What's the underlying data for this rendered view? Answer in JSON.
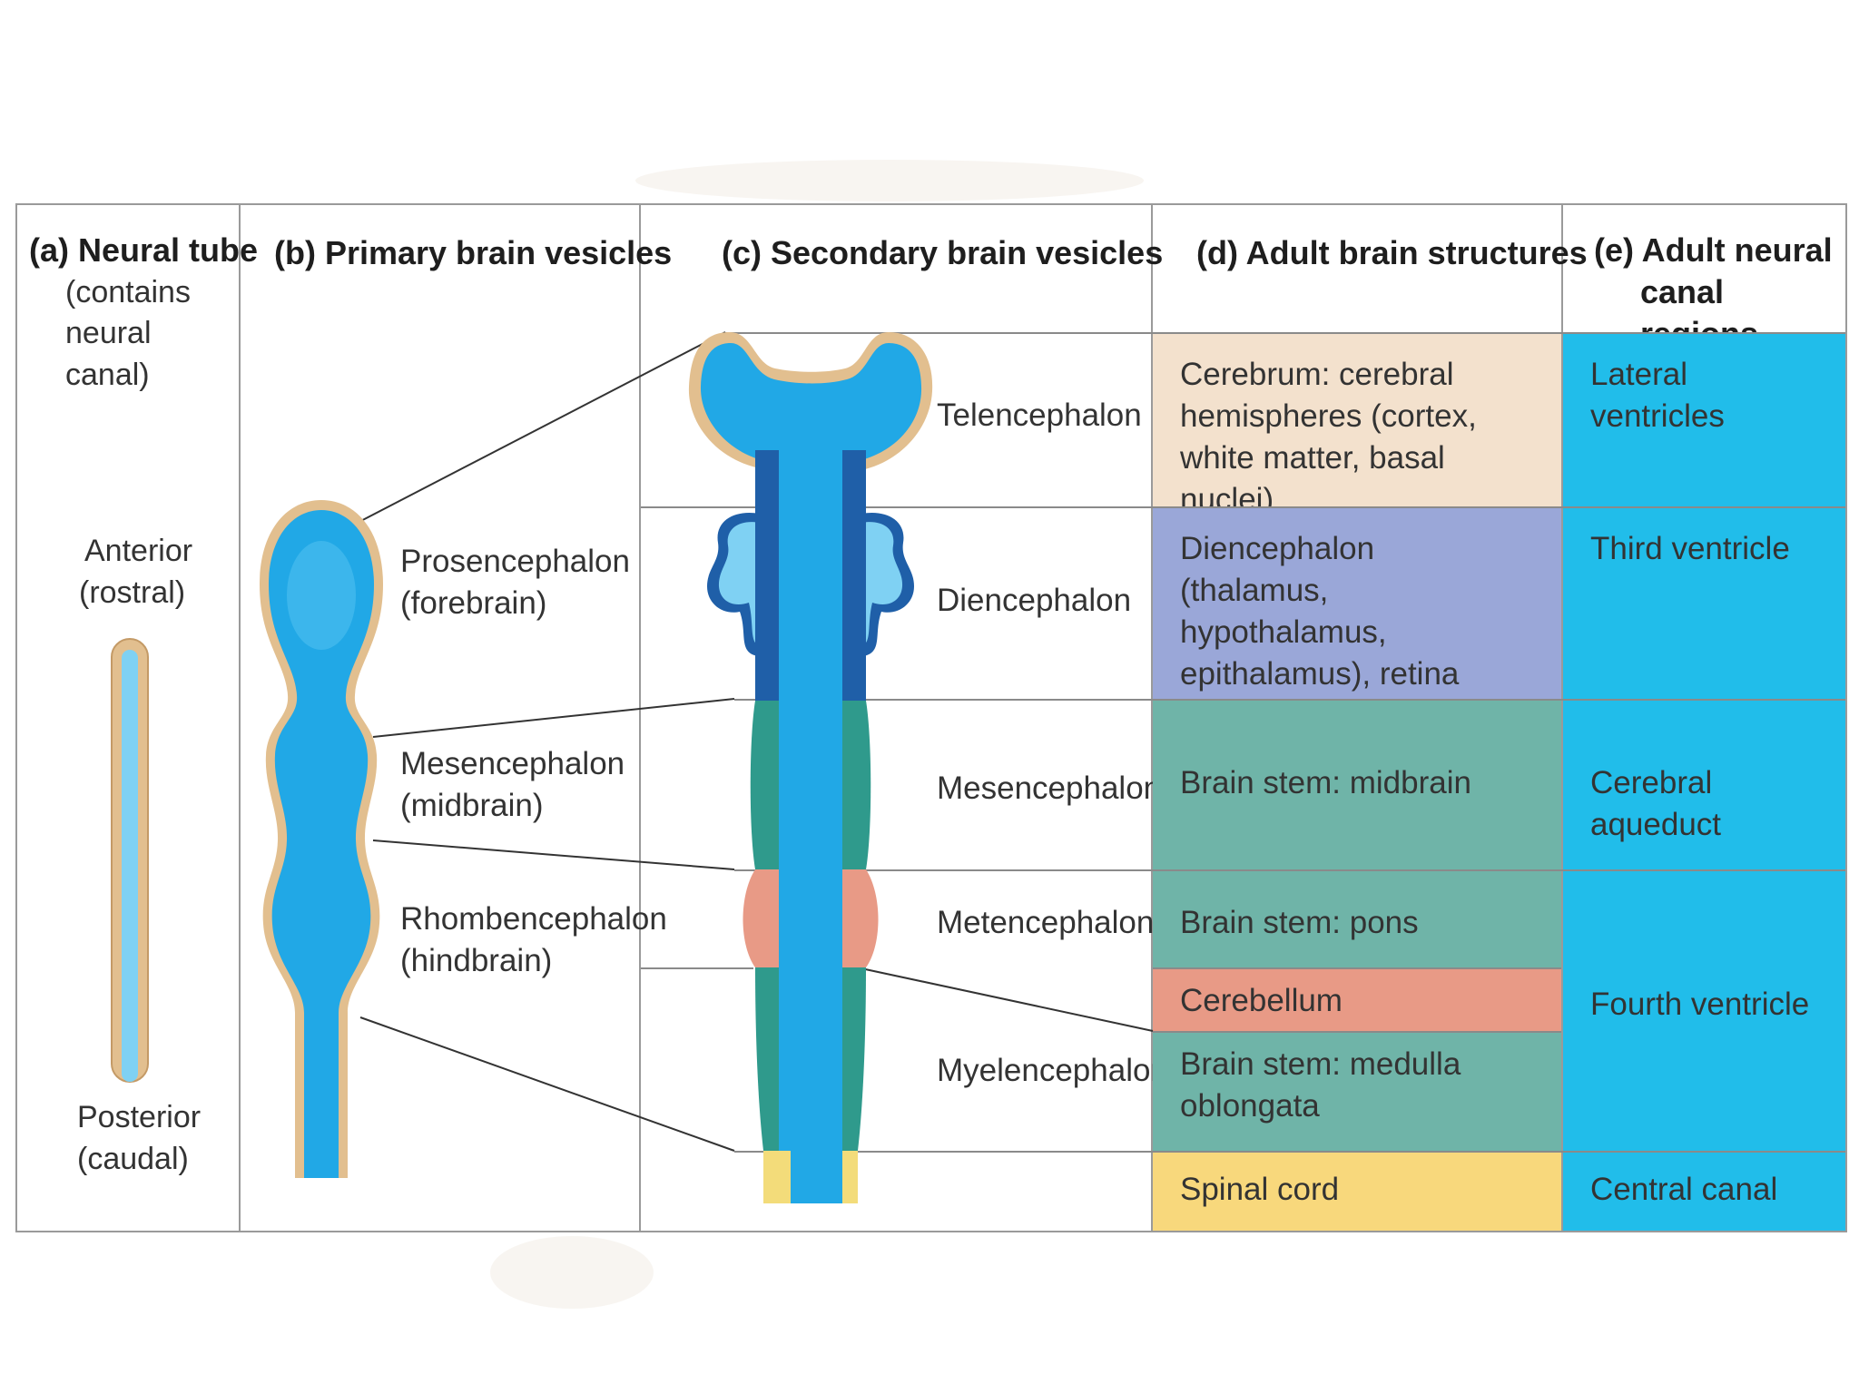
{
  "colors": {
    "csf": "#21a8e6",
    "csf_light": "#7fd1f3",
    "tissue_tan": "#e2bf8f",
    "midbrain_teal": "#2f9a8c",
    "pons_salmon": "#e89a86",
    "diencephalon_wall": "#1f5fa8",
    "cord_yellow": "#f3dc7a",
    "cerebrum_cell": "#f3e1cd",
    "diencephalon_cell": "#9aa7d8",
    "brainstem_cell": "#6fb4a8",
    "cerebellum_cell": "#e89a86",
    "spinal_cell": "#f8d87c",
    "canal_cell": "#21bdea"
  },
  "headers": {
    "a_line1": "(a) Neural tube",
    "a_line2": "(contains",
    "a_line3": "neural",
    "a_line4": "canal)",
    "b": "(b) Primary brain vesicles",
    "c": "(c) Secondary brain vesicles",
    "d": "(d) Adult brain structures",
    "e_line1": "(e) Adult neural",
    "e_line2": "canal regions"
  },
  "neural_tube": {
    "anterior_line1": "Anterior",
    "anterior_line2": "(rostral)",
    "posterior_line1": "Posterior",
    "posterior_line2": "(caudal)"
  },
  "primary_vesicles": [
    {
      "name": "Prosencephalon",
      "sub": "(forebrain)"
    },
    {
      "name": "Mesencephalon",
      "sub": "(midbrain)"
    },
    {
      "name": "Rhombencephalon",
      "sub": "(hindbrain)"
    }
  ],
  "secondary_vesicles": [
    {
      "name": "Telencephalon"
    },
    {
      "name": "Diencephalon"
    },
    {
      "name": "Mesencephalon"
    },
    {
      "name": "Metencephalon"
    },
    {
      "name": "Myelencephalon"
    }
  ],
  "adult_structures": [
    {
      "line1": "Cerebrum: cerebral",
      "line2": "hemispheres (cortex,",
      "line3": "white matter, basal nuclei)"
    },
    {
      "line1": "Diencephalon",
      "line2": "(thalamus, hypothalamus,",
      "line3": "epithalamus), retina"
    },
    {
      "line1": "Brain stem: midbrain"
    },
    {
      "line1": "Brain stem: pons"
    },
    {
      "line1": "Cerebellum"
    },
    {
      "line1": "Brain stem: medulla",
      "line2": "oblongata"
    },
    {
      "line1": "Spinal cord"
    }
  ],
  "canal_regions": [
    {
      "label": "Lateral ventricles"
    },
    {
      "label": "Third ventricle"
    },
    {
      "label": "Cerebral aqueduct"
    },
    {
      "label": "Fourth ventricle"
    },
    {
      "label": "Central canal"
    }
  ]
}
